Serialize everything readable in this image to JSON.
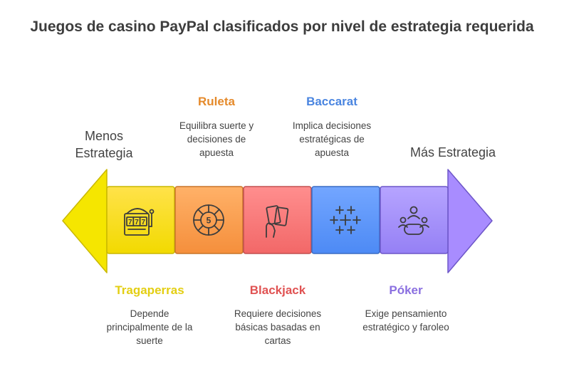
{
  "title": "Juegos de casino PayPal clasificados por nivel de estrategia requerida",
  "ends": {
    "left_line1": "Menos",
    "left_line2": "Estrategia",
    "right": "Más Estrategia"
  },
  "games": [
    {
      "name": "Tragaperras",
      "desc1": "Depende",
      "desc2": "principalmente de la",
      "desc3": "suerte",
      "color": "#E8D41C",
      "icon": "slot-machine-icon"
    },
    {
      "name": "Ruleta",
      "desc1": "Equilibra suerte y",
      "desc2": "decisiones de",
      "desc3": "apuesta",
      "color": "#E88A2A",
      "icon": "roulette-icon"
    },
    {
      "name": "Blackjack",
      "desc1": "Requiere decisiones",
      "desc2": "básicas basadas en",
      "desc3": "cartas",
      "color": "#E05050",
      "icon": "cards-hand-icon"
    },
    {
      "name": "Baccarat",
      "desc1": "Implica decisiones",
      "desc2": "estratégicas de",
      "desc3": "apuesta",
      "color": "#4A86E0",
      "icon": "sparkle-grid-icon"
    },
    {
      "name": "Póker",
      "desc1": "Exige pensamiento",
      "desc2": "estratégico y faroleo",
      "desc3": "",
      "color": "#8B6FE0",
      "icon": "poker-table-icon"
    }
  ]
}
